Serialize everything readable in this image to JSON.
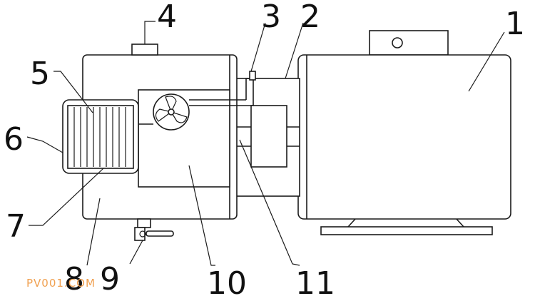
{
  "labels": [
    {
      "id": "1",
      "text": "1"
    },
    {
      "id": "2",
      "text": "2"
    },
    {
      "id": "3",
      "text": "3"
    },
    {
      "id": "4",
      "text": "4"
    },
    {
      "id": "5",
      "text": "5"
    },
    {
      "id": "6",
      "text": "6"
    },
    {
      "id": "7",
      "text": "7"
    },
    {
      "id": "8",
      "text": "8"
    },
    {
      "id": "9",
      "text": "9"
    },
    {
      "id": "10",
      "text": "10"
    },
    {
      "id": "11",
      "text": "11"
    }
  ],
  "watermark": "PV001.COM",
  "colors": {
    "line": "#1a1a1a",
    "watermark": "#f0a050",
    "background": "#ffffff"
  }
}
